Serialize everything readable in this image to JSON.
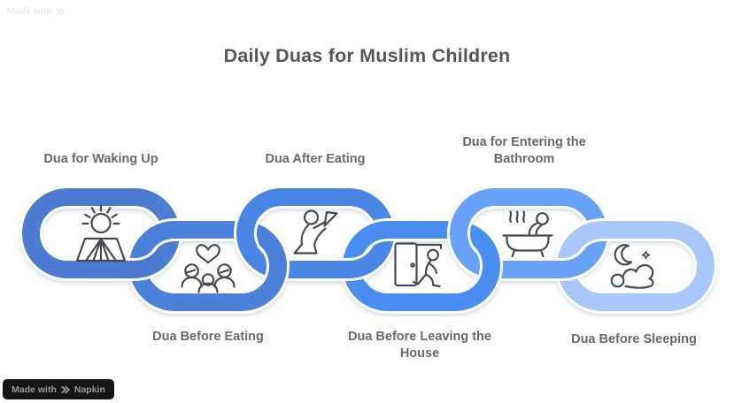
{
  "title": "Daily Duas for Muslim Children",
  "watermark": {
    "made_with": "Made with",
    "brand": "Napkin"
  },
  "colors": {
    "icon_stroke": "#454B53",
    "title_text": "#53575D",
    "label_text": "#66696E",
    "badge_bg": "#141519",
    "badge_text": "#9A9CA0",
    "casing": "#FFFFFF"
  },
  "chain": {
    "links": [
      {
        "id": "waking-up",
        "label": "Dua for Waking Up",
        "icon": "sunrise-field-icon",
        "color": "#4B7BD1",
        "label_position": "top"
      },
      {
        "id": "before-eating",
        "label": "Dua Before Eating",
        "icon": "family-heart-icon",
        "color": "#4C80DB",
        "label_position": "bottom"
      },
      {
        "id": "after-eating",
        "label": "Dua After Eating",
        "icon": "kneeling-prayer-icon",
        "color": "#4A86E5",
        "label_position": "top"
      },
      {
        "id": "leaving-house",
        "label": "Dua Before Leaving the House",
        "icon": "door-exit-icon",
        "color": "#4A8DF0",
        "label_position": "bottom"
      },
      {
        "id": "entering-bathroom",
        "label": "Dua for Entering the Bathroom",
        "icon": "bathtub-icon",
        "color": "#69A1F6",
        "label_position": "top"
      },
      {
        "id": "before-sleeping",
        "label": "Dua Before Sleeping",
        "icon": "moon-sleeper-icon",
        "color": "#A9C7FA",
        "label_position": "bottom"
      }
    ]
  }
}
